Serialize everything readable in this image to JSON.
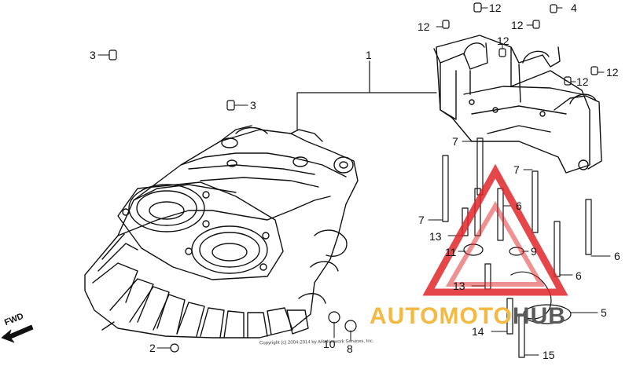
{
  "callouts": {
    "c1": "1",
    "c2": "2",
    "c3a": "3",
    "c3b": "3",
    "c4": "4",
    "c5": "5",
    "c6a": "6",
    "c6b": "6",
    "c6c": "6",
    "c7a": "7",
    "c7b": "7",
    "c7c": "7",
    "c8": "8",
    "c9": "9",
    "c10": "10",
    "c11": "11",
    "c12a": "12",
    "c12b": "12",
    "c12c": "12",
    "c12d": "12",
    "c12e": "12",
    "c12f": "12",
    "c13a": "13",
    "c13b": "13",
    "c14": "14",
    "c15": "15"
  },
  "direction_label": "FWD",
  "watermark": {
    "part1": "AUTOMOTO",
    "part2": "HUB",
    "color1": "#f4b942",
    "color2": "#5a5a5a",
    "triangle_color": "#e0262b"
  },
  "copyright": "Copyright (c) 2004-2014 by ARI Network Services, Inc."
}
